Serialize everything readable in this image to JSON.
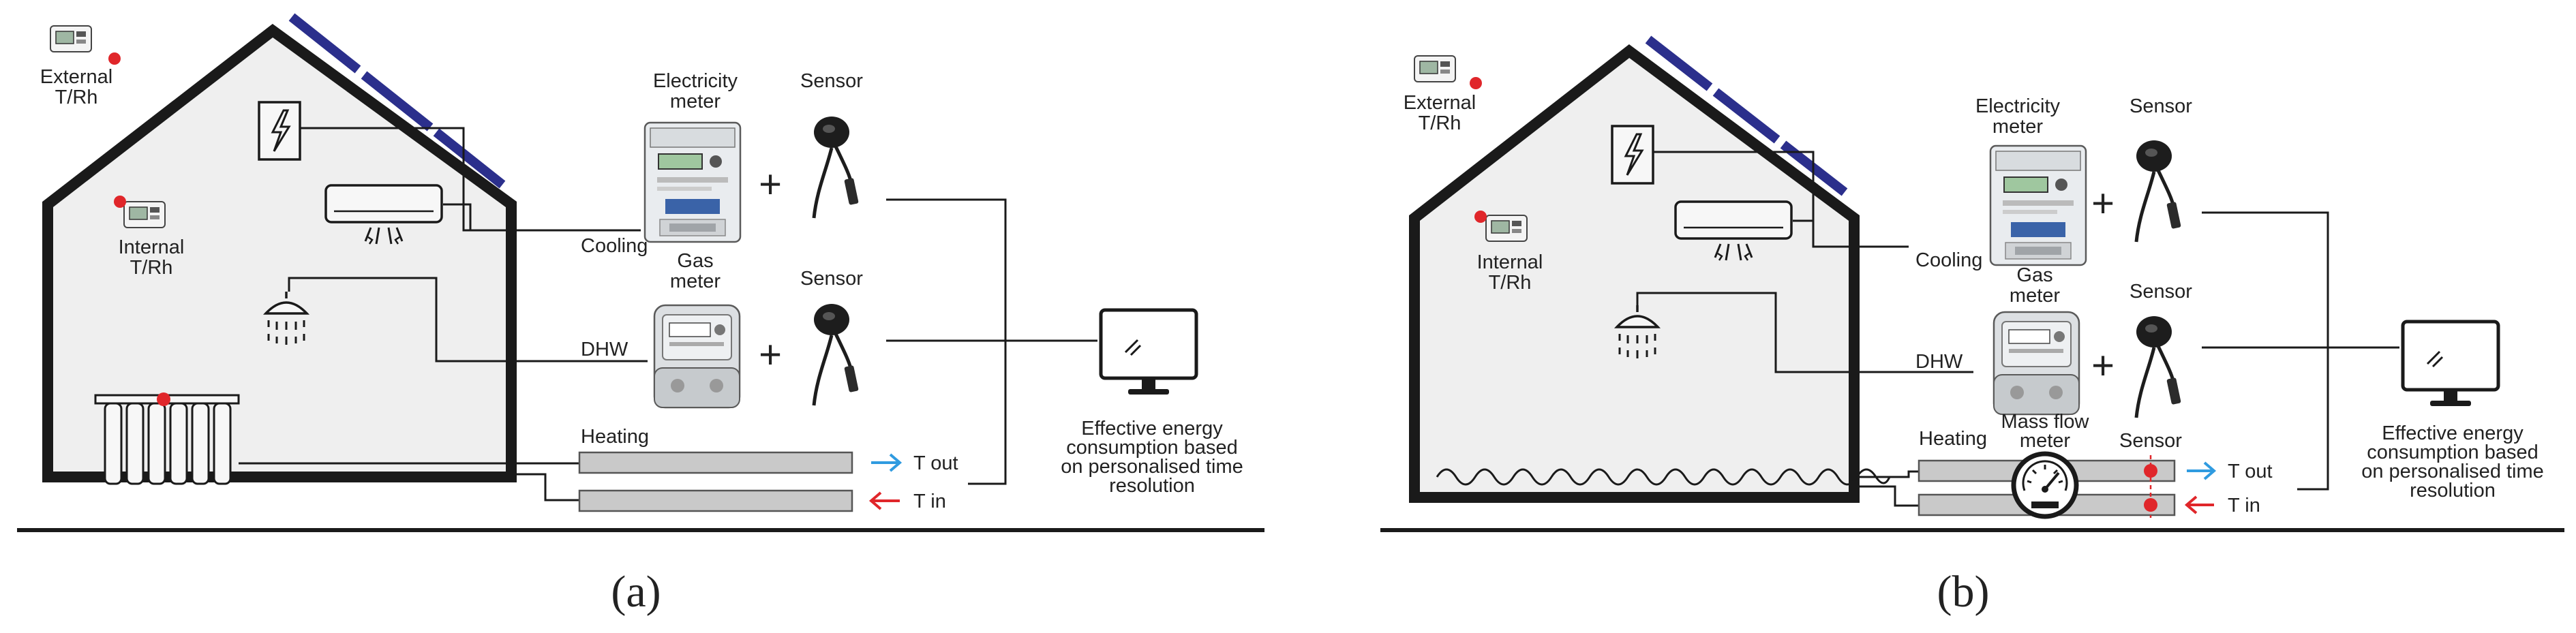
{
  "panels": [
    {
      "caption": "(a)",
      "external_label": [
        "External",
        "T/Rh"
      ],
      "internal_label": [
        "Internal",
        "T/Rh"
      ],
      "electricity_meter_label": [
        "Electricity",
        "meter"
      ],
      "gas_meter_label": [
        "Gas",
        "meter"
      ],
      "sensor_top_label": "Sensor",
      "sensor_mid_label": "Sensor",
      "cooling_label": "Cooling",
      "dhw_label": "DHW",
      "heating_label": "Heating",
      "tout_label": "T out",
      "tin_label": "T in",
      "plus_top": "+",
      "plus_mid": "+",
      "effective_label": [
        "Effective energy",
        "consumption based",
        "on personalised time",
        "resolution"
      ]
    },
    {
      "caption": "(b)",
      "external_label": [
        "External",
        "T/Rh"
      ],
      "internal_label": [
        "Internal",
        "T/Rh"
      ],
      "electricity_meter_label": [
        "Electricity",
        "meter"
      ],
      "gas_meter_label": [
        "Gas",
        "meter"
      ],
      "sensor_top_label": "Sensor",
      "sensor_mid_label": "Sensor",
      "sensor_pipe_label": "Sensor",
      "mass_flow_label": [
        "Mass flow",
        "meter"
      ],
      "cooling_label": "Cooling",
      "dhw_label": "DHW",
      "heating_label": "Heating",
      "tout_label": "T out",
      "tin_label": "T in",
      "plus_top": "+",
      "plus_mid": "+",
      "effective_label": [
        "Effective energy",
        "consumption based",
        "on personalised time",
        "resolution"
      ]
    }
  ],
  "colors": {
    "house_fill": "#efefef",
    "outline": "#1a1a1a",
    "solar_panel": "#2b2f8c",
    "sensor_dot": "#e0262a",
    "tout_arrow": "#2f9be0",
    "tin_arrow": "#e0262a",
    "pipe_fill": "#c9c9c9"
  }
}
